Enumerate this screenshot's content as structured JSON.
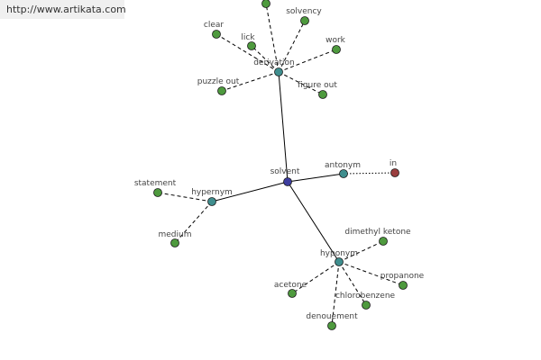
{
  "watermark": {
    "text": "http://www.artikata.com"
  },
  "colors": {
    "center": "#3d3d9e",
    "hub": "#3f8e8e",
    "leaf": "#4e9a3e",
    "special": "#9a3e3e",
    "edge": "#000000"
  },
  "nodes": [
    {
      "id": "solvent",
      "label": "solvent",
      "kind": "center"
    },
    {
      "id": "derivation",
      "label": "derivation",
      "kind": "hub"
    },
    {
      "id": "antonym",
      "label": "antonym",
      "kind": "hub"
    },
    {
      "id": "hypernym",
      "label": "hypernym",
      "kind": "hub"
    },
    {
      "id": "hyponym",
      "label": "hyponym",
      "kind": "hub"
    },
    {
      "id": "in",
      "label": "in",
      "kind": "special"
    },
    {
      "id": "top",
      "label": "",
      "kind": "leaf"
    },
    {
      "id": "solvency",
      "label": "solvency",
      "kind": "leaf"
    },
    {
      "id": "clear",
      "label": "clear",
      "kind": "leaf"
    },
    {
      "id": "lick",
      "label": "lick",
      "kind": "leaf"
    },
    {
      "id": "work",
      "label": "work",
      "kind": "leaf"
    },
    {
      "id": "puzzle_out",
      "label": "puzzle out",
      "kind": "leaf"
    },
    {
      "id": "figure_out",
      "label": "figure out",
      "kind": "leaf"
    },
    {
      "id": "statement",
      "label": "statement",
      "kind": "leaf"
    },
    {
      "id": "medium",
      "label": "medium",
      "kind": "leaf"
    },
    {
      "id": "dimethyl_ketone",
      "label": "dimethyl ketone",
      "kind": "leaf"
    },
    {
      "id": "propanone",
      "label": "propanone",
      "kind": "leaf"
    },
    {
      "id": "acetone",
      "label": "acetone",
      "kind": "leaf"
    },
    {
      "id": "chlorobenzene",
      "label": "chlorobenzene",
      "kind": "leaf"
    },
    {
      "id": "denouement",
      "label": "denouement",
      "kind": "leaf"
    }
  ],
  "edges": [
    {
      "from": "solvent",
      "to": "derivation",
      "style": "solid"
    },
    {
      "from": "solvent",
      "to": "antonym",
      "style": "solid"
    },
    {
      "from": "solvent",
      "to": "hypernym",
      "style": "solid"
    },
    {
      "from": "solvent",
      "to": "hyponym",
      "style": "solid"
    },
    {
      "from": "antonym",
      "to": "in",
      "style": "dotted"
    },
    {
      "from": "derivation",
      "to": "top",
      "style": "dashed"
    },
    {
      "from": "derivation",
      "to": "solvency",
      "style": "dashed"
    },
    {
      "from": "derivation",
      "to": "clear",
      "style": "dashed"
    },
    {
      "from": "derivation",
      "to": "lick",
      "style": "dashed"
    },
    {
      "from": "derivation",
      "to": "work",
      "style": "dashed"
    },
    {
      "from": "derivation",
      "to": "puzzle_out",
      "style": "dashed"
    },
    {
      "from": "derivation",
      "to": "figure_out",
      "style": "dashed"
    },
    {
      "from": "hypernym",
      "to": "statement",
      "style": "dashed"
    },
    {
      "from": "hypernym",
      "to": "medium",
      "style": "dashed"
    },
    {
      "from": "hyponym",
      "to": "dimethyl_ketone",
      "style": "dashed"
    },
    {
      "from": "hyponym",
      "to": "propanone",
      "style": "dashed"
    },
    {
      "from": "hyponym",
      "to": "acetone",
      "style": "dashed"
    },
    {
      "from": "hyponym",
      "to": "chlorobenzene",
      "style": "dashed"
    },
    {
      "from": "hyponym",
      "to": "denouement",
      "style": "dashed"
    }
  ]
}
